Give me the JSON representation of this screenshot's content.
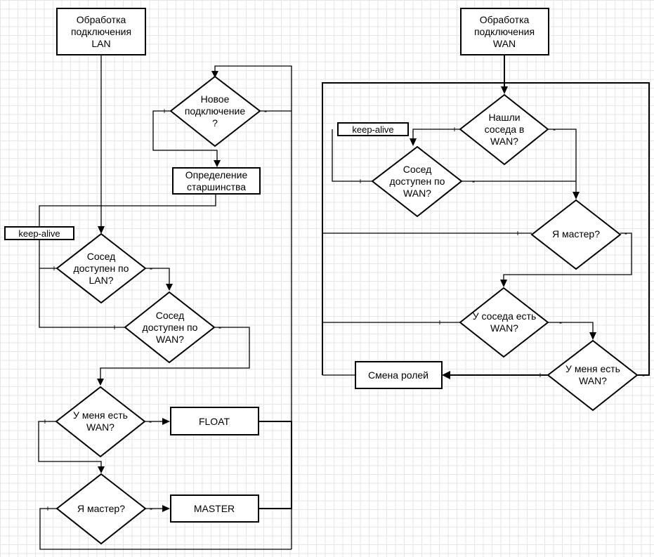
{
  "lan": {
    "start": [
      "Обработка",
      "подключения",
      "LAN"
    ],
    "new_conn": [
      "Новое",
      "подключение",
      "?"
    ],
    "seniority": [
      "Определение",
      "старшинства"
    ],
    "keepalive": "keep-alive",
    "neighbor_lan": [
      "Сосед",
      "доступен по",
      "LAN?"
    ],
    "neighbor_wan": [
      "Сосед",
      "доступен по",
      "WAN?"
    ],
    "have_wan": [
      "У меня есть",
      "WAN?"
    ],
    "float": "FLOAT",
    "am_master": "Я мастер?",
    "master": "MASTER"
  },
  "wan": {
    "start": [
      "Обработка",
      "подключения",
      "WAN"
    ],
    "found_neighbor": [
      "Нашли",
      "соседа в",
      "WAN?"
    ],
    "keepalive": "keep-alive",
    "neighbor_wan": [
      "Сосед",
      "доступен по",
      "WAN?"
    ],
    "am_master": "Я мастер?",
    "neighbor_has_wan": [
      "У соседа есть",
      "WAN?"
    ],
    "have_wan": [
      "У меня есть",
      "WAN?"
    ],
    "role_change": "Смена ролей"
  },
  "marks": {
    "yes": "+",
    "no": "-"
  }
}
